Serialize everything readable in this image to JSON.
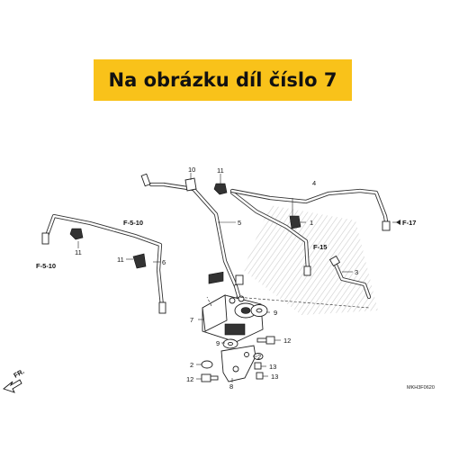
{
  "banner": {
    "text": "Na obrázku díl číslo 7",
    "color": "#f9c21a"
  },
  "labels": {
    "p1": "1",
    "p2a": "2",
    "p2b": "2",
    "p3": "3",
    "p4": "4",
    "p5": "5",
    "p6": "6",
    "p7": "7",
    "p8": "8",
    "p9a": "9",
    "p9b": "9",
    "p10": "10",
    "p11a": "11",
    "p11b": "11",
    "p11c": "11",
    "p12a": "12",
    "p12b": "12",
    "p13a": "13",
    "p13b": "13"
  },
  "refs": {
    "f510_top": "F-5-10",
    "f510_left": "F-5-10",
    "f15": "F-15",
    "f17": "F-17"
  },
  "front_label": "FR.",
  "diagram_code": "MKH3F0620"
}
